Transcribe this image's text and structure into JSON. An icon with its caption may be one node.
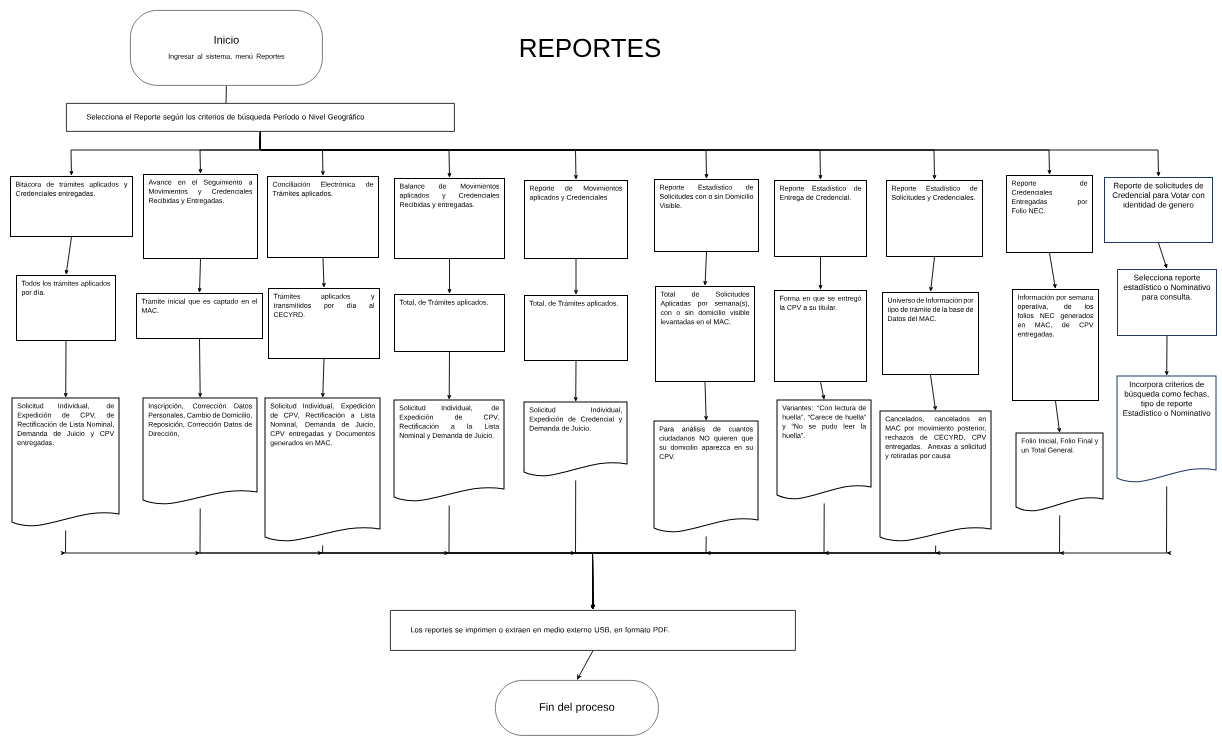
{
  "diagram": {
    "title": "REPORTES",
    "nodes": [
      {
        "text": [
          "Inicio",
          "Ingresar al sistema, menú Reportes"
        ]
      },
      {
        "text": [
          "Selecciona el Reporte según los criterios de búsqueda Período o Nivel Geográfico"
        ]
      },
      {
        "text": [
          "Bitácora de trámites aplicados y Credenciales entregadas."
        ]
      },
      {
        "text": [
          "Todos los trámites aplicados por día."
        ]
      },
      {
        "text": [
          "Solicitud Individual, de Expedición de CPV, de Rectificación de Lista Nominal, Demanda de Juicio y CPV entregadas."
        ]
      },
      {
        "text": [
          "Avance en el Seguimiento a Movimientos y Credenciales Recibidas y Entregadas."
        ]
      },
      {
        "text": [
          "Trámite inicial que es captado en el MAC."
        ]
      },
      {
        "text": [
          "Inscripción, Corrección Datos Personales, Cambio de Domicilio, Reposición, Corrección Datos de Dirección,"
        ]
      },
      {
        "text": [
          "Conciliación Electrónica de Trámites aplicados."
        ]
      },
      {
        "text": [
          "Trámites aplicados y transmitidos por día al CECYRD."
        ]
      },
      {
        "text": [
          "Solicitud Individual, Expedición de CPV, Rectificación a Lista Nominal, Demanda de Juicio, CPV entregadas y Documentos generados en MAC."
        ]
      },
      {
        "text": [
          "Balance de Movimientos aplicados y Credenciales Recibidas y entregadas."
        ]
      },
      {
        "text": [
          "Total, de Trámites aplicados."
        ]
      },
      {
        "text": [
          "Solicitud Individual, de Expedición de CPV, Rectificación a la Lista Nominal y Demanda de Juicio."
        ]
      },
      {
        "text": [
          "Reporte de Movimientos aplicados y Credenciales"
        ]
      },
      {
        "text": [
          "Total, de Trámites aplicados."
        ]
      },
      {
        "text": [
          "Solicitud Individual, Expedición de Credencial y Demanda de Juicio."
        ]
      },
      {
        "text": [
          "Reporte Estadístico de Solicitudes con o sin Domicilio Visible."
        ]
      },
      {
        "text": [
          "Total de Solicitudes Aplicadas por semana(s), con o sin domicilio visible levantadas en el MAC."
        ]
      },
      {
        "text": [
          "Para análisis de cuantos ciudadanos NO quieren que su domicilio aparezca en su CPV."
        ]
      },
      {
        "text": [
          "Reporte Estadístico de Entrega de Credencial."
        ]
      },
      {
        "text": [
          "Forma en que se entregó la CPV a su titular."
        ]
      },
      {
        "text": [
          "Variantes: “Con lectura de huella”, “Carece de huella” y “No se pudo leer la huella”."
        ]
      },
      {
        "text": [
          "Reporte Estadístico de Solicitudes y Credenciales."
        ]
      },
      {
        "text": [
          "Universo de Información por tipo de trámite de la base de Datos del MAC."
        ]
      },
      {
        "text": [
          "Cancelados, cancelados en MAC por movimiento posterior, rechazos de CECYRD, CPV entregadas. Anexas a solicitud y retiradas por causa"
        ]
      },
      {
        "text": [
          "Reporte de Credenciales Entregadas por Folio NEC."
        ]
      },
      {
        "text": [
          "Información por semana operativa, de los folios NEC generados en MAC, de CPV entregadas."
        ]
      },
      {
        "text": [
          "Folio Inicial, Folio Final y un Total General."
        ]
      },
      {
        "text": [
          "Reporte de solicitudes de Credencial para Votar con identidad de genero"
        ]
      },
      {
        "text": [
          "Selecciona reporte estadístico o Nominativo para consulta."
        ]
      },
      {
        "text": [
          "Incorpora criterios de búsqueda como fechas, tipo de reporte Estadístico o Nominativo"
        ]
      },
      {
        "text": [
          "Los reportes se imprimen o extraen en medio externo USB, en formato PDF."
        ]
      },
      {
        "text": [
          "Fin del proceso"
        ]
      }
    ],
    "edges": [
      {
        "from": 0,
        "to": 1,
        "arrow": "none"
      },
      {
        "from": 1,
        "to": 2,
        "arrow": "to"
      },
      {
        "from": 1,
        "to": 5,
        "arrow": "to"
      },
      {
        "from": 1,
        "to": 8,
        "arrow": "to"
      },
      {
        "from": 1,
        "to": 11,
        "arrow": "to"
      },
      {
        "from": 1,
        "to": 14,
        "arrow": "to"
      },
      {
        "from": 1,
        "to": 17,
        "arrow": "to"
      },
      {
        "from": 1,
        "to": 20,
        "arrow": "to"
      },
      {
        "from": 1,
        "to": 23,
        "arrow": "to"
      },
      {
        "from": 1,
        "to": 26,
        "arrow": "to"
      },
      {
        "from": 1,
        "to": 29,
        "arrow": "to"
      },
      {
        "from": 2,
        "to": 3,
        "arrow": "to"
      },
      {
        "from": 3,
        "to": 4,
        "arrow": "to"
      },
      {
        "from": 5,
        "to": 6,
        "arrow": "to"
      },
      {
        "from": 6,
        "to": 7,
        "arrow": "to"
      },
      {
        "from": 8,
        "to": 9,
        "arrow": "to"
      },
      {
        "from": 9,
        "to": 10,
        "arrow": "to"
      },
      {
        "from": 11,
        "to": 12,
        "arrow": "to"
      },
      {
        "from": 12,
        "to": 13,
        "arrow": "to"
      },
      {
        "from": 14,
        "to": 15,
        "arrow": "to"
      },
      {
        "from": 15,
        "to": 16,
        "arrow": "to"
      },
      {
        "from": 17,
        "to": 18,
        "arrow": "to"
      },
      {
        "from": 18,
        "to": 19,
        "arrow": "to"
      },
      {
        "from": 20,
        "to": 21,
        "arrow": "to"
      },
      {
        "from": 21,
        "to": 22,
        "arrow": "to"
      },
      {
        "from": 23,
        "to": 24,
        "arrow": "to"
      },
      {
        "from": 24,
        "to": 25,
        "arrow": "to"
      },
      {
        "from": 26,
        "to": 27,
        "arrow": "to"
      },
      {
        "from": 27,
        "to": 28,
        "arrow": "to"
      },
      {
        "from": 29,
        "to": 30,
        "arrow": "to"
      },
      {
        "from": 30,
        "to": 31,
        "arrow": "to"
      },
      {
        "from": 4,
        "to": 32,
        "arrow": "to"
      },
      {
        "from": 7,
        "to": 32,
        "arrow": "to"
      },
      {
        "from": 10,
        "to": 32,
        "arrow": "to"
      },
      {
        "from": 13,
        "to": 32,
        "arrow": "to"
      },
      {
        "from": 16,
        "to": 32,
        "arrow": "to"
      },
      {
        "from": 19,
        "to": 32,
        "arrow": "to"
      },
      {
        "from": 22,
        "to": 32,
        "arrow": "to"
      },
      {
        "from": 25,
        "to": 32,
        "arrow": "to"
      },
      {
        "from": 28,
        "to": 32,
        "arrow": "to"
      },
      {
        "from": 31,
        "to": 32,
        "arrow": "to"
      },
      {
        "from": 32,
        "to": 33,
        "arrow": "to"
      }
    ]
  }
}
